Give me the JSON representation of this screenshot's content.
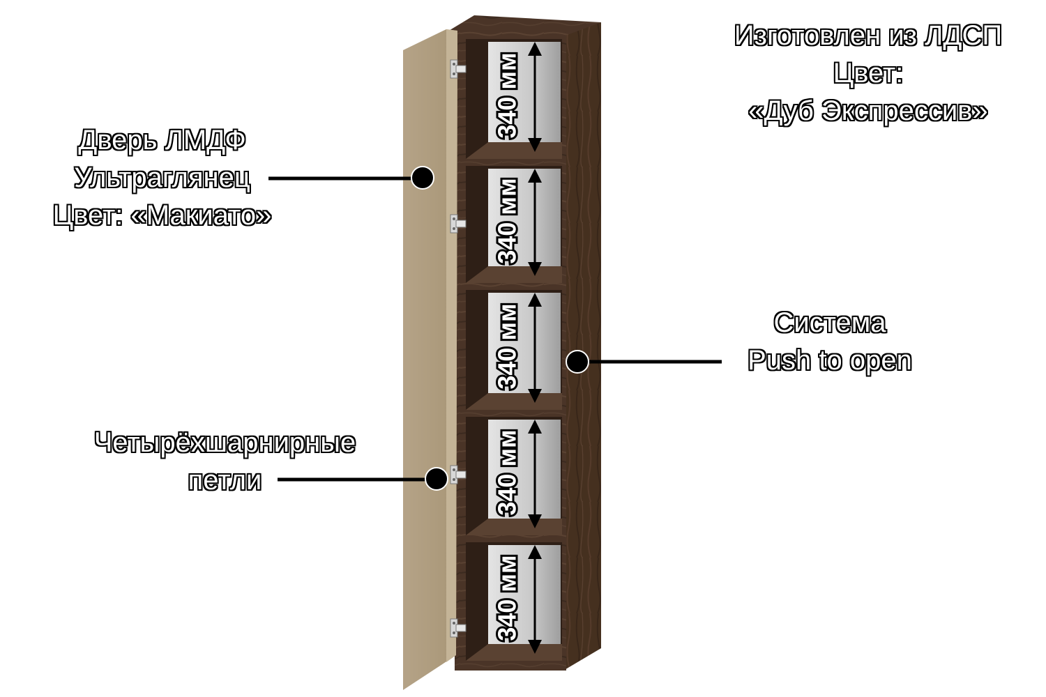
{
  "labels": {
    "material": {
      "line1": "Изготовлен из ЛДСП",
      "line2": "Цвет:",
      "line3": "«Дуб Экспрессив»"
    },
    "door": {
      "line1": "Дверь ЛМДФ",
      "line2": "Ультраглянец",
      "line3": "Цвет:  «Макиато»"
    },
    "push": {
      "line1": "Система",
      "line2": "Push to open"
    },
    "hinges": {
      "line1": "Четырёхшарнирные",
      "line2": "петли"
    }
  },
  "shelf_dimensions": [
    "340 мм",
    "340 мм",
    "340 мм",
    "340 мм",
    "340 мм"
  ],
  "colors": {
    "body": "#4a3427",
    "body_dark": "#3a281e",
    "interior": "#c8c8c8",
    "door": "#b8a68a",
    "door_edge": "#a3917a",
    "marker": "#000000"
  }
}
